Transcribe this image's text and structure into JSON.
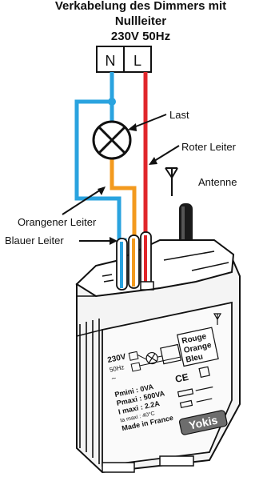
{
  "title": {
    "line1": "Verkabelung des Dimmers mit",
    "line2": "Nullleiter",
    "line3": "230V 50Hz"
  },
  "terminals": {
    "n": "N",
    "l": "L"
  },
  "labels": {
    "last": "Last",
    "roter_leiter": "Roter Leiter",
    "antenne": "Antenne",
    "orangener_leiter": "Orangener Leiter",
    "blauer_leiter": "Blauer Leiter"
  },
  "colors": {
    "blue_wire": "#2aa3df",
    "orange_wire": "#f39a1e",
    "red_wire": "#e0262b"
  },
  "module": {
    "rating_230v": "230V",
    "rating_50hz": "50Hz",
    "legend_rouge": "Rouge",
    "legend_orange": "Orange",
    "legend_bleu": "Bleu",
    "pmini": "Pmini : 0VA",
    "pmaxi": "Pmaxi : 500VA",
    "imaxi": "I maxi : 2.2A",
    "ta": "ta maxi : 40°C",
    "made_in": "Made in France",
    "brand": "Yokis",
    "ce": "CE"
  }
}
